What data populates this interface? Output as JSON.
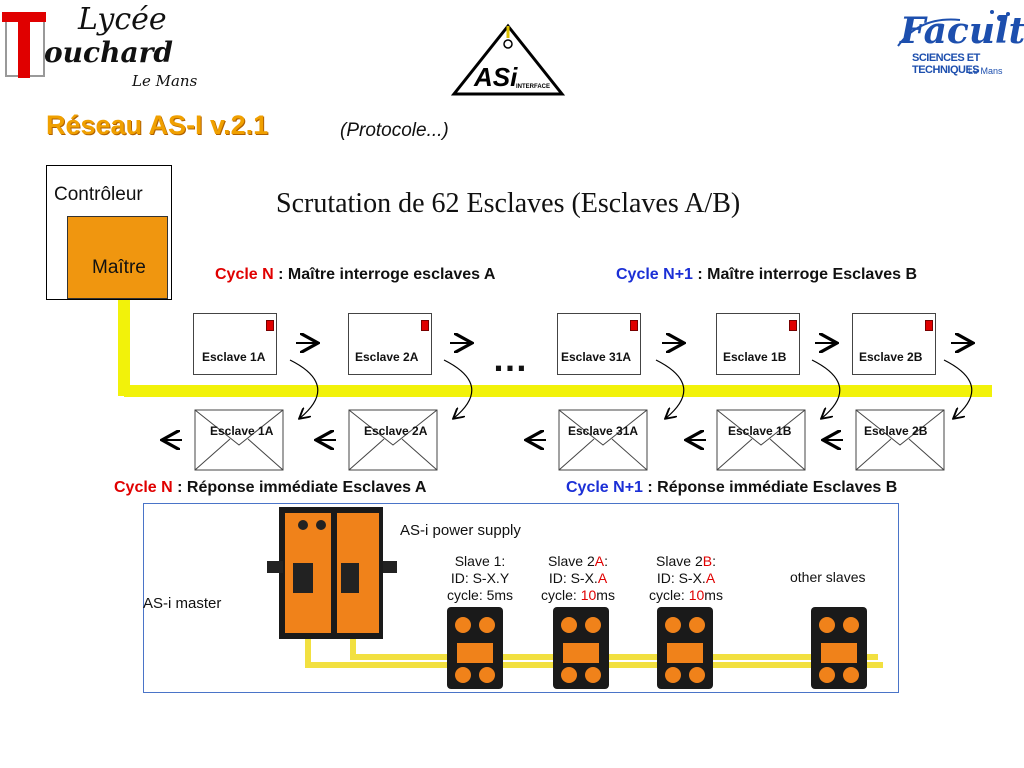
{
  "header": {
    "logo_left": {
      "line1": "Lycée",
      "line2": "ouchard",
      "initial": "T",
      "city": "Le Mans"
    },
    "asi_logo": {
      "text": "ASi",
      "sub": "INTERFACE"
    },
    "logo_right": {
      "line1": "Faculté",
      "line2": "SCIENCES ET TECHNIQUES",
      "city": "Le Mans"
    }
  },
  "title": {
    "main": "Réseau AS-I v.2.1",
    "sub": "(Protocole...)"
  },
  "controller": {
    "label": "Contrôleur",
    "master": "Maître"
  },
  "scrutation_title": "Scrutation de 62 Esclaves (Esclaves A/B)",
  "cycles_top": [
    {
      "cycle": "Cycle N",
      "text": " : Maître interroge esclaves A"
    },
    {
      "cycle": "Cycle N+1",
      "text": " : Maître interroge Esclaves B"
    }
  ],
  "cycles_bottom": [
    {
      "cycle": "Cycle N",
      "text": " : Réponse immédiate Esclaves A"
    },
    {
      "cycle": "Cycle N+1",
      "text": " : Réponse immédiate Esclaves B"
    }
  ],
  "slaves_top": [
    "Esclave 1A",
    "Esclave 2A",
    "Esclave 31A",
    "Esclave 1B",
    "Esclave 2B"
  ],
  "slaves_bottom": [
    "Esclave 1A",
    "Esclave 2A",
    "Esclave 31A",
    "Esclave 1B",
    "Esclave 2B"
  ],
  "ellipsis": "…",
  "panel": {
    "power_supply": "AS-i power supply",
    "master": "AS-i master",
    "other": "other slaves",
    "slaves": [
      {
        "name": "Slave 1:",
        "name_hl": "",
        "name_end": "",
        "id": "ID: S-X.Y",
        "id_hl": "",
        "cycle": "cycle: 5ms",
        "cycle_hl": "",
        "cycle_end": ""
      },
      {
        "name": "Slave 2",
        "name_hl": "A",
        "name_end": ":",
        "id": "ID: S-X.",
        "id_hl": "A",
        "cycle": "cycle: ",
        "cycle_hl": "10",
        "cycle_end": "ms"
      },
      {
        "name": "Slave 2",
        "name_hl": "B",
        "name_end": ":",
        "id": "ID: S-X.",
        "id_hl": "A",
        "cycle": "cycle: ",
        "cycle_hl": "10",
        "cycle_end": "ms"
      }
    ]
  },
  "colors": {
    "accent_orange": "#f0960f",
    "title_orange": "#f0a000",
    "bus_yellow": "#f2f20a",
    "cycle_red": "#e00000",
    "cycle_blue": "#1b2fd6"
  }
}
